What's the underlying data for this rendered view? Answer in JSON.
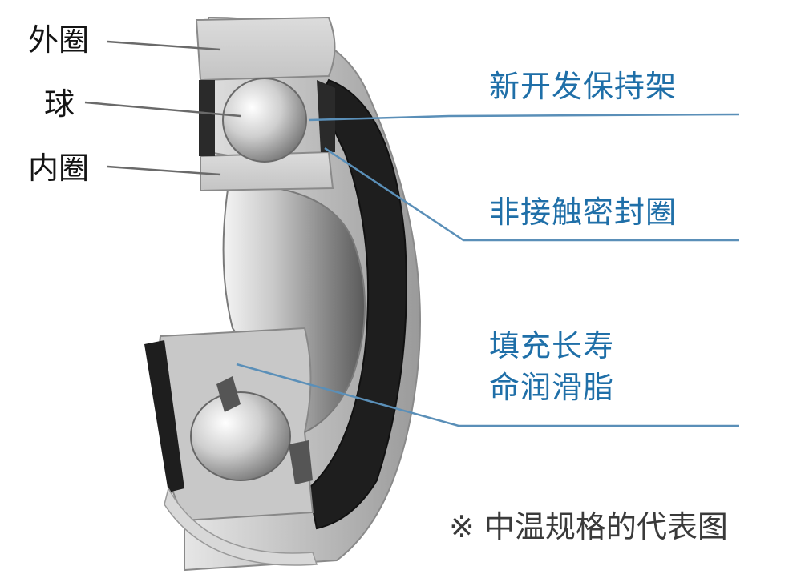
{
  "labels_left": {
    "outer_ring": "外圈",
    "ball": "球",
    "inner_ring": "内圈"
  },
  "labels_right": {
    "cage": "新开发保持架",
    "seal": "非接触密封圈",
    "grease_line1": "填充长寿",
    "grease_line2": "命润滑脂"
  },
  "note": "※ 中温规格的代表图",
  "colors": {
    "left_text": "#141414",
    "right_text": "#1f6fa8",
    "leader_left": "#6a6a6a",
    "leader_right": "#5a8fb8",
    "seal": "#1e1e1e",
    "ring_face": "#d2d2d2"
  }
}
